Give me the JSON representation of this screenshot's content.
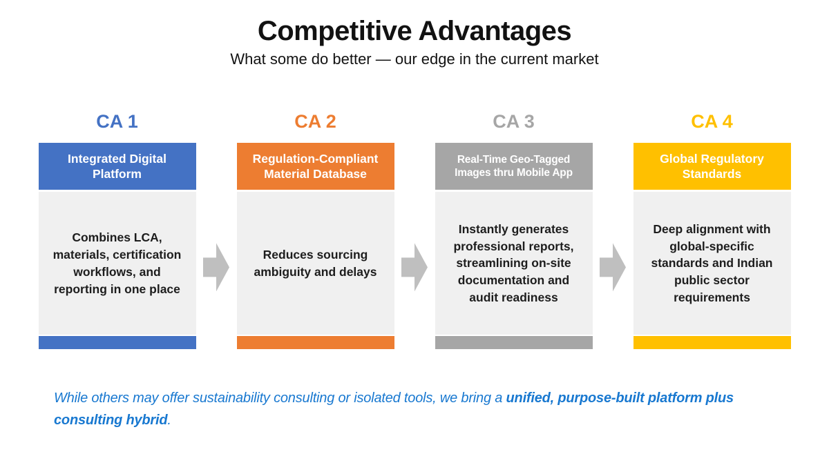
{
  "slide": {
    "title": "Competitive Advantages",
    "subtitle": "What some do better — our edge in the current market"
  },
  "theme": {
    "card_bg": "#F0F0F0",
    "arrow_color": "#BFBFBF",
    "footer_text_color": "#1878D0",
    "title_color": "#121212"
  },
  "columns": [
    {
      "label": "CA 1",
      "accent": "#4472C4",
      "header": "Integrated Digital Platform",
      "body": "Combines LCA, materials, certification workflows, and reporting in one place"
    },
    {
      "label": "CA 2",
      "accent": "#ED7D31",
      "header": "Regulation-Compliant Material Database",
      "body": "Reduces sourcing ambiguity and delays"
    },
    {
      "label": "CA 3",
      "accent": "#A6A6A6",
      "header": "Real-Time Geo-Tagged Images thru Mobile App",
      "body": "Instantly generates professional reports, streamlining on-site documentation and audit readiness"
    },
    {
      "label": "CA 4",
      "accent": "#FFC000",
      "header": "Global Regulatory Standards",
      "body": "Deep alignment with global-specific standards and Indian public sector requirements"
    }
  ],
  "footer": {
    "prefix": "While others may offer sustainability consulting or isolated tools, we bring a ",
    "emphasis": "unified, purpose-built platform plus consulting hybrid",
    "suffix": "."
  }
}
